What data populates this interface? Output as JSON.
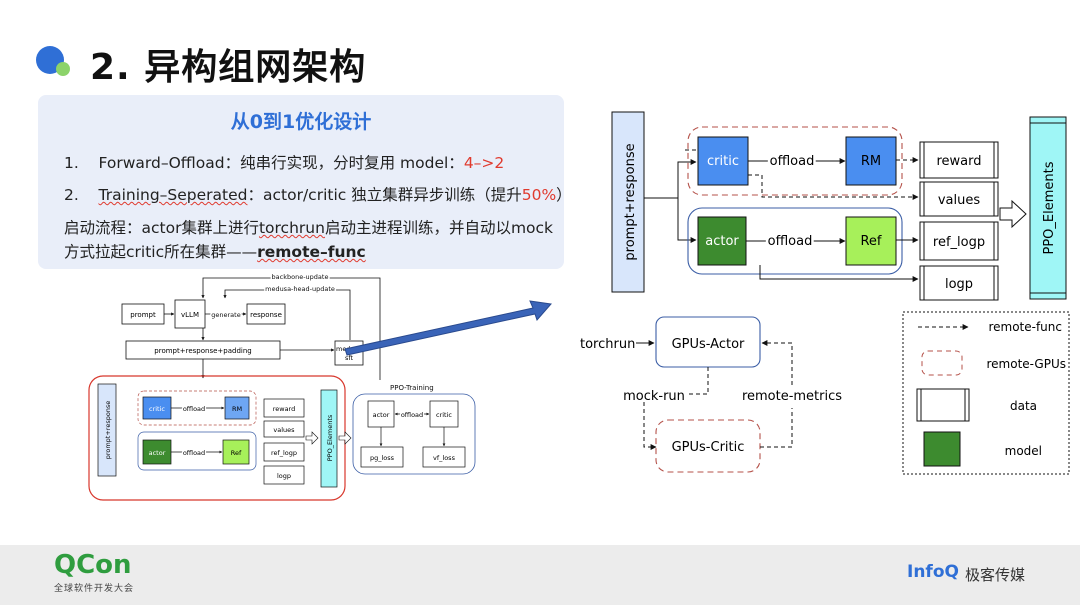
{
  "title": "2. 异构组网架构",
  "info": {
    "heading": "从0到1优化设计",
    "line1_num": "1.",
    "line1_a": "Forward–Offload",
    "line1_b": "：纯串行实现，分时复用 model：",
    "line1_c": "4–>2",
    "line2_num": "2.",
    "line2_a": "Training–Seperated",
    "line2_b": "：actor/critic 独立集群异步训练（提升",
    "line2_c": "50%",
    "line2_d": "）",
    "line3_a": "启动流程：actor集群上进行",
    "line3_b": "torchrun",
    "line3_c": "启动主进程训练，并自动以mock",
    "line4_a": "方式拉起critic所在集群——",
    "line4_b": "remote–func"
  },
  "small": {
    "backbone_update": "backbone-update",
    "medusa_head_update": "medusa-head-update",
    "prompt": "prompt",
    "vllm": "vLLM",
    "generate": "generate",
    "response": "response",
    "prompt_response_padding": "prompt+response+padding",
    "medusa_sft_1": "medusa",
    "medusa_sft_2": "sft",
    "ppo_training": "PPO-Training",
    "actor": "actor",
    "offload": "offload",
    "critic": "critic",
    "pg_loss": "pg_loss",
    "vf_loss": "vf_loss",
    "prompt_response": "prompt+response",
    "rm": "RM",
    "ref": "Ref",
    "reward": "reward",
    "values": "values",
    "ref_logp": "ref_logp",
    "logp": "logp",
    "ppo_elements": "PPO_Elements"
  },
  "big": {
    "prompt_response": "prompt+response",
    "critic": "critic",
    "offload": "offload",
    "rm": "RM",
    "actor": "actor",
    "ref": "Ref",
    "reward": "reward",
    "values": "values",
    "ref_logp": "ref_logp",
    "logp": "logp",
    "ppo_elements": "PPO_Elements"
  },
  "cluster": {
    "torchrun": "torchrun",
    "gpus_actor": "GPUs-Actor",
    "mock_run": "mock-run",
    "remote_metrics": "remote-metrics",
    "gpus_critic": "GPUs-Critic"
  },
  "legend": {
    "remote_func": "remote-func",
    "remote_gpus": "remote-GPUs",
    "data": "data",
    "model": "model"
  },
  "footer": {
    "qcon": "QCon",
    "qcon_sub": "全球软件开发大会",
    "infoq": "InfoQ",
    "infoq_cn": "极客传媒"
  },
  "colors": {
    "accent_blue": "#2f6fd6",
    "model_blue": "#4a8ef0",
    "model_green": "#3d8b2f",
    "model_light_green": "#a7f05a",
    "ppo_cyan": "#9ff6f6",
    "red_dash": "#b5524a"
  }
}
